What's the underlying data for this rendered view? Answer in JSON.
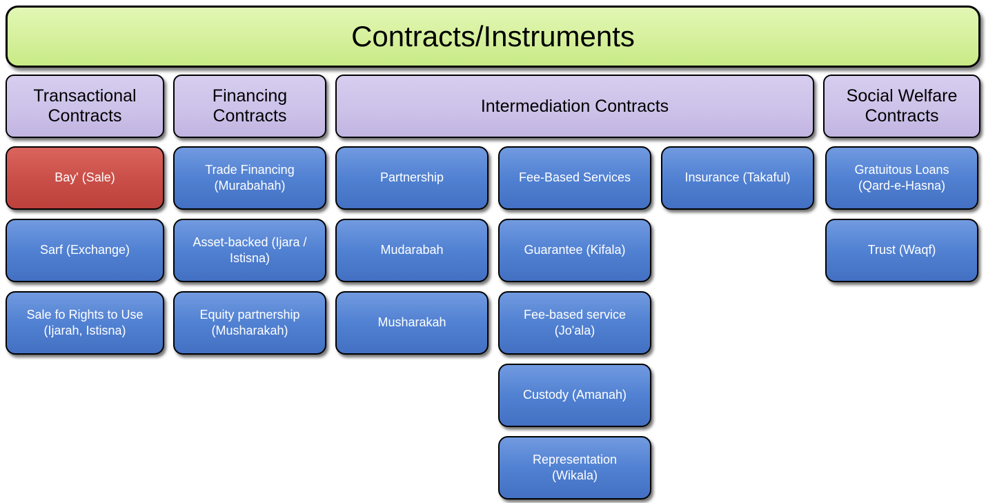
{
  "title": "Contracts/Instruments",
  "colors": {
    "title_bg": "#d5f09c",
    "header_bg": "#ccc1e8",
    "node_blue": "#5181d2",
    "node_red": "#cb4f49",
    "node_text": "#ffffff",
    "border": "#000000"
  },
  "groups": [
    {
      "header": "Transactional Contracts",
      "columns": [
        {
          "items": [
            {
              "label": "Bay' (Sale)",
              "variant": "red"
            },
            {
              "label": "Sarf (Exchange)",
              "variant": "blue"
            },
            {
              "label": "Sale fo Rights to Use (Ijarah, Istisna)",
              "variant": "blue"
            }
          ]
        }
      ]
    },
    {
      "header": "Financing Contracts",
      "columns": [
        {
          "items": [
            {
              "label": "Trade Financing (Murabahah)",
              "variant": "blue"
            },
            {
              "label": "Asset-backed (Ijara / Istisna)",
              "variant": "blue"
            },
            {
              "label": "Equity partnership (Musharakah)",
              "variant": "blue"
            }
          ]
        }
      ]
    },
    {
      "header": "Intermediation Contracts",
      "columns": [
        {
          "items": [
            {
              "label": "Partnership",
              "variant": "blue"
            },
            {
              "label": "Mudarabah",
              "variant": "blue"
            },
            {
              "label": "Musharakah",
              "variant": "blue"
            }
          ]
        },
        {
          "items": [
            {
              "label": "Fee-Based Services",
              "variant": "blue"
            },
            {
              "label": "Guarantee (Kifala)",
              "variant": "blue"
            },
            {
              "label": "Fee-based service (Jo'ala)",
              "variant": "blue"
            },
            {
              "label": "Custody (Amanah)",
              "variant": "blue"
            },
            {
              "label": "Representation (Wikala)",
              "variant": "blue"
            }
          ]
        },
        {
          "items": [
            {
              "label": "Insurance (Takaful)",
              "variant": "blue"
            }
          ]
        }
      ]
    },
    {
      "header": "Social Welfare Contracts",
      "columns": [
        {
          "items": [
            {
              "label": "Gratuitous Loans (Qard-e-Hasna)",
              "variant": "blue"
            },
            {
              "label": "Trust (Waqf)",
              "variant": "blue"
            }
          ]
        }
      ]
    }
  ]
}
